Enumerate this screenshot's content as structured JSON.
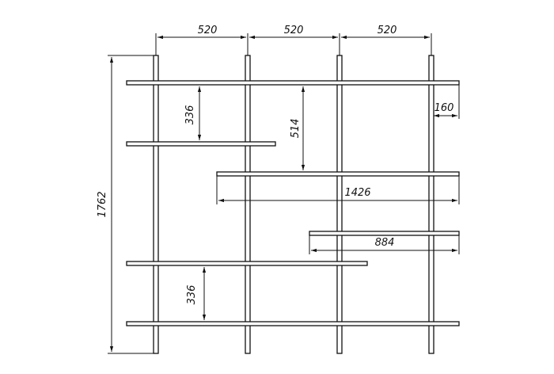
{
  "dimensions": {
    "col1_width": "520",
    "col2_width": "520",
    "col3_width": "520",
    "overall_height": "1762",
    "upper_gap": "336",
    "middle_gap": "514",
    "lower_gap": "336",
    "overhang": "160",
    "long_shelf": "1426",
    "short_shelf": "884"
  },
  "colors": {
    "line": "#111111",
    "background": "#ffffff"
  }
}
